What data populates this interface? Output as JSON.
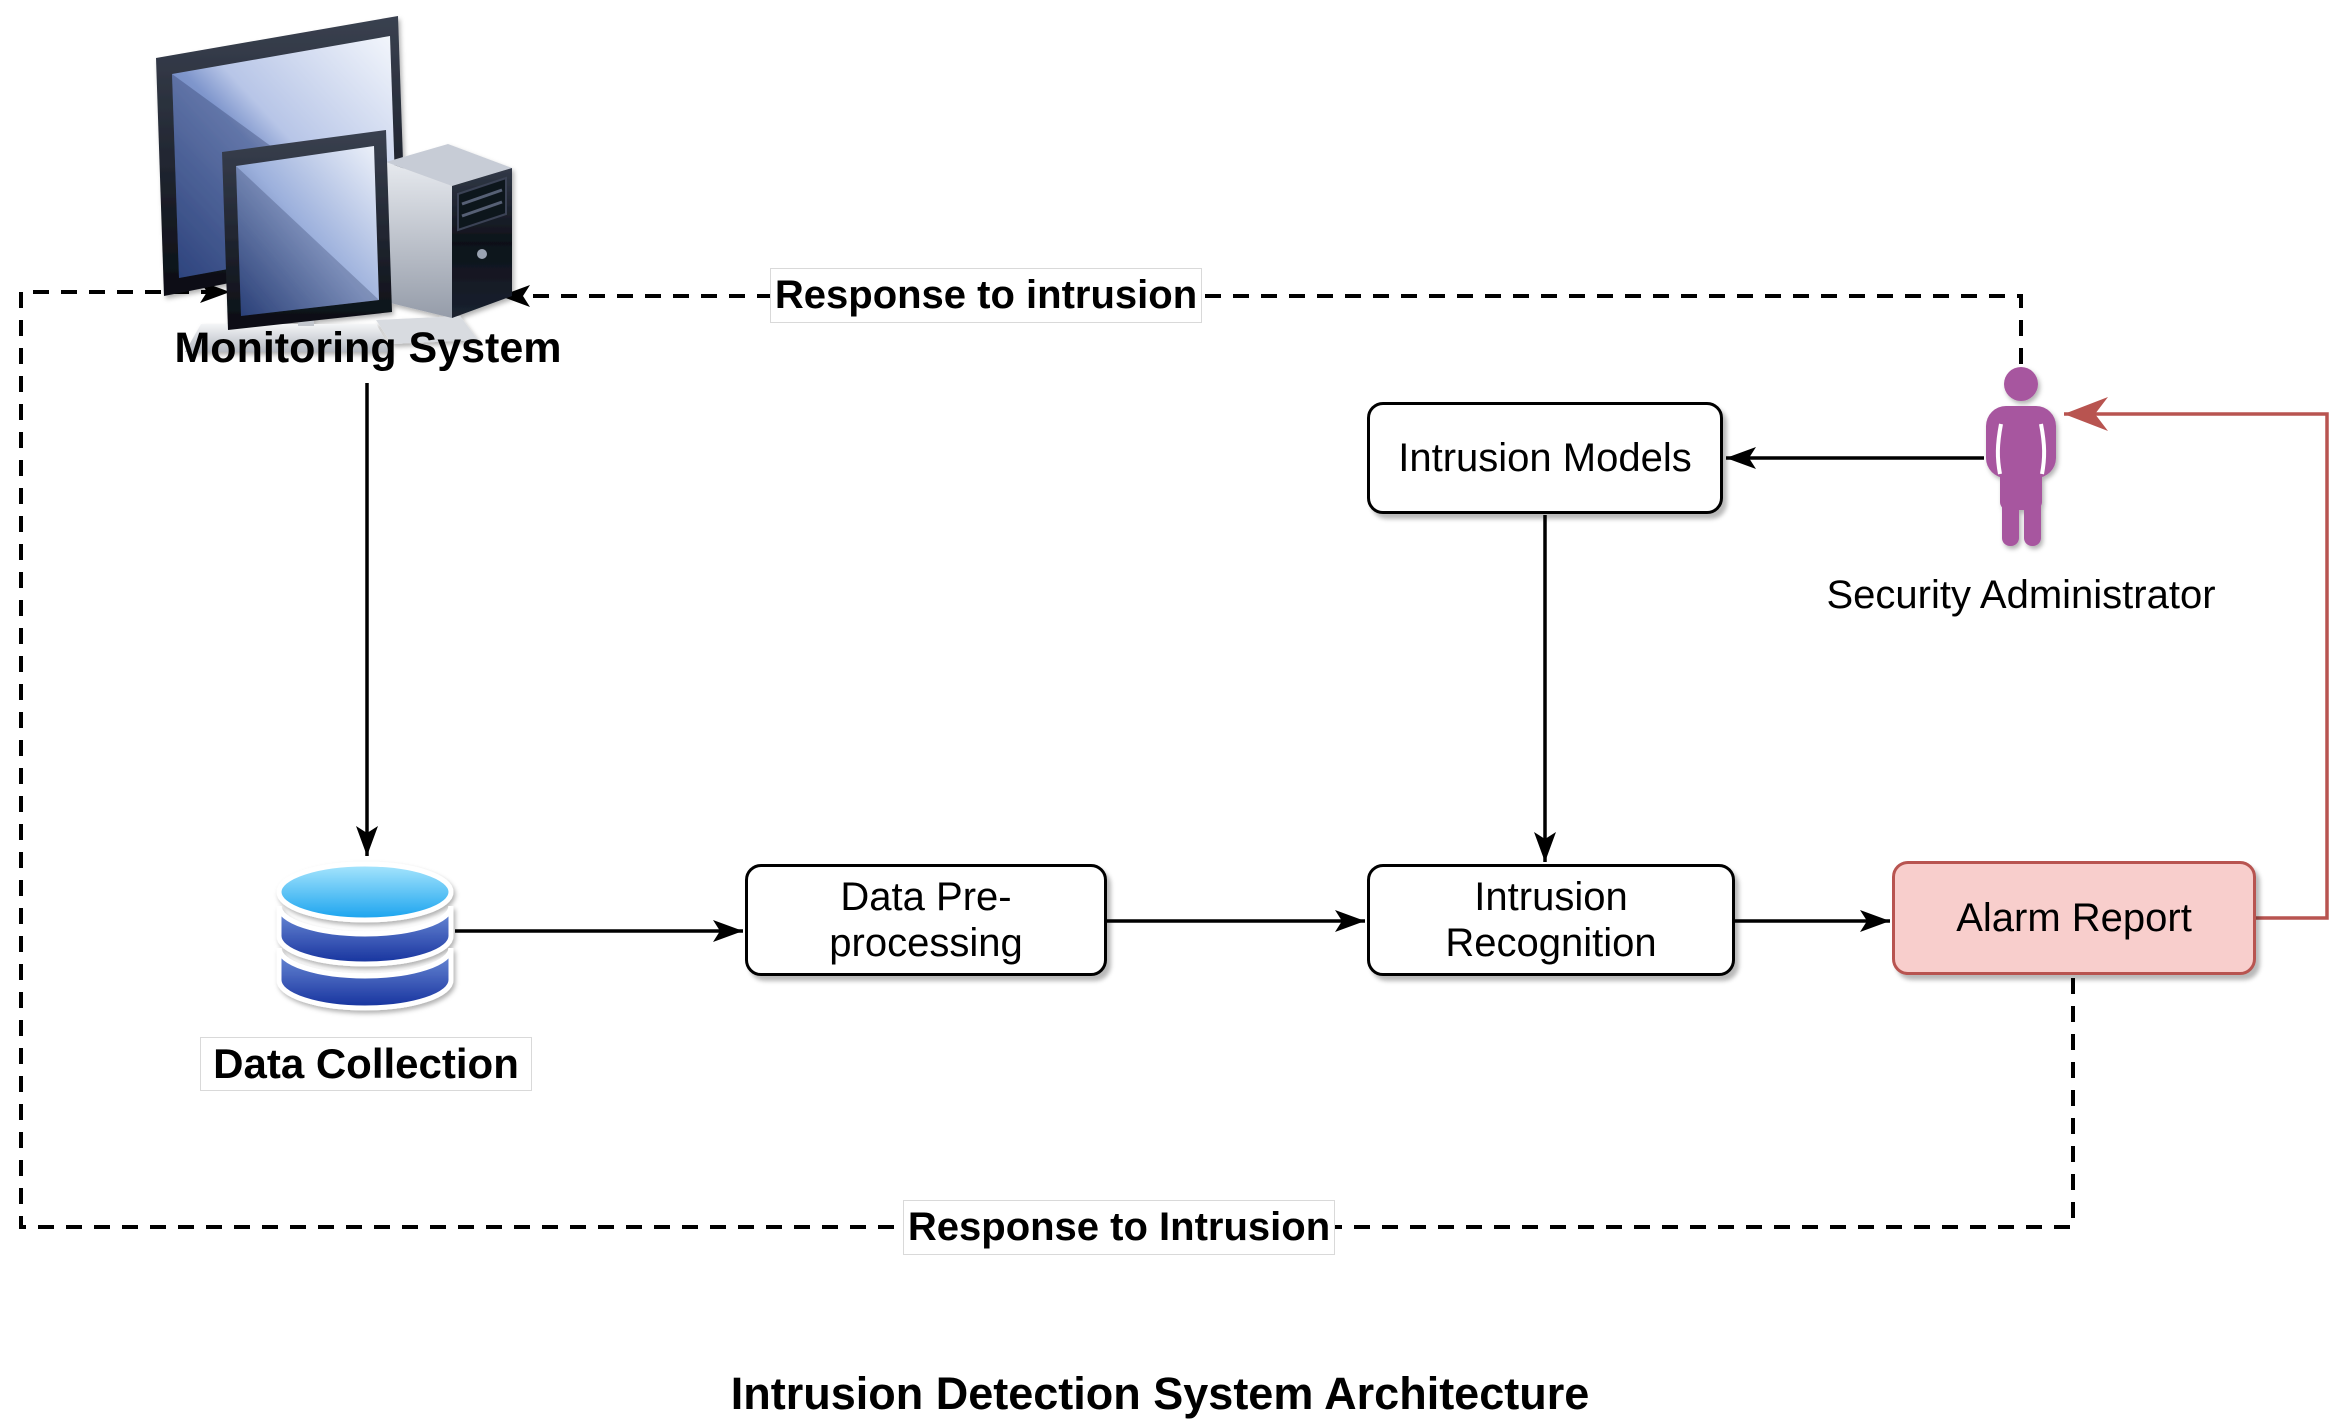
{
  "diagram": {
    "title": "Intrusion Detection System Architecture",
    "nodes": {
      "monitoring_system": {
        "label": "Monitoring System"
      },
      "data_collection": {
        "label": "Data Collection"
      },
      "data_preprocessing": {
        "lines": [
          "Data Pre-",
          "processing"
        ]
      },
      "intrusion_recognition": {
        "lines": [
          "Intrusion",
          "Recognition"
        ]
      },
      "intrusion_models": {
        "label": "Intrusion Models"
      },
      "alarm_report": {
        "label": "Alarm Report"
      },
      "security_administrator": {
        "lines": [
          "Security",
          "Administrator"
        ]
      }
    },
    "edge_labels": {
      "response_top": "Response to intrusion",
      "response_bottom": "Response to Intrusion"
    },
    "icons": {
      "monitoring_system": "workstation-icon",
      "data_collection": "database-icon",
      "security_administrator": "person-icon"
    },
    "colors": {
      "alarm_report_fill": "#f8cecc",
      "alarm_report_border": "#b85450",
      "alarm_connector_red": "#b85450",
      "person_purple": "#a7569f",
      "node_border": "#000000",
      "connector_black": "#000000",
      "label_box_border": "#d9d9d9"
    }
  }
}
